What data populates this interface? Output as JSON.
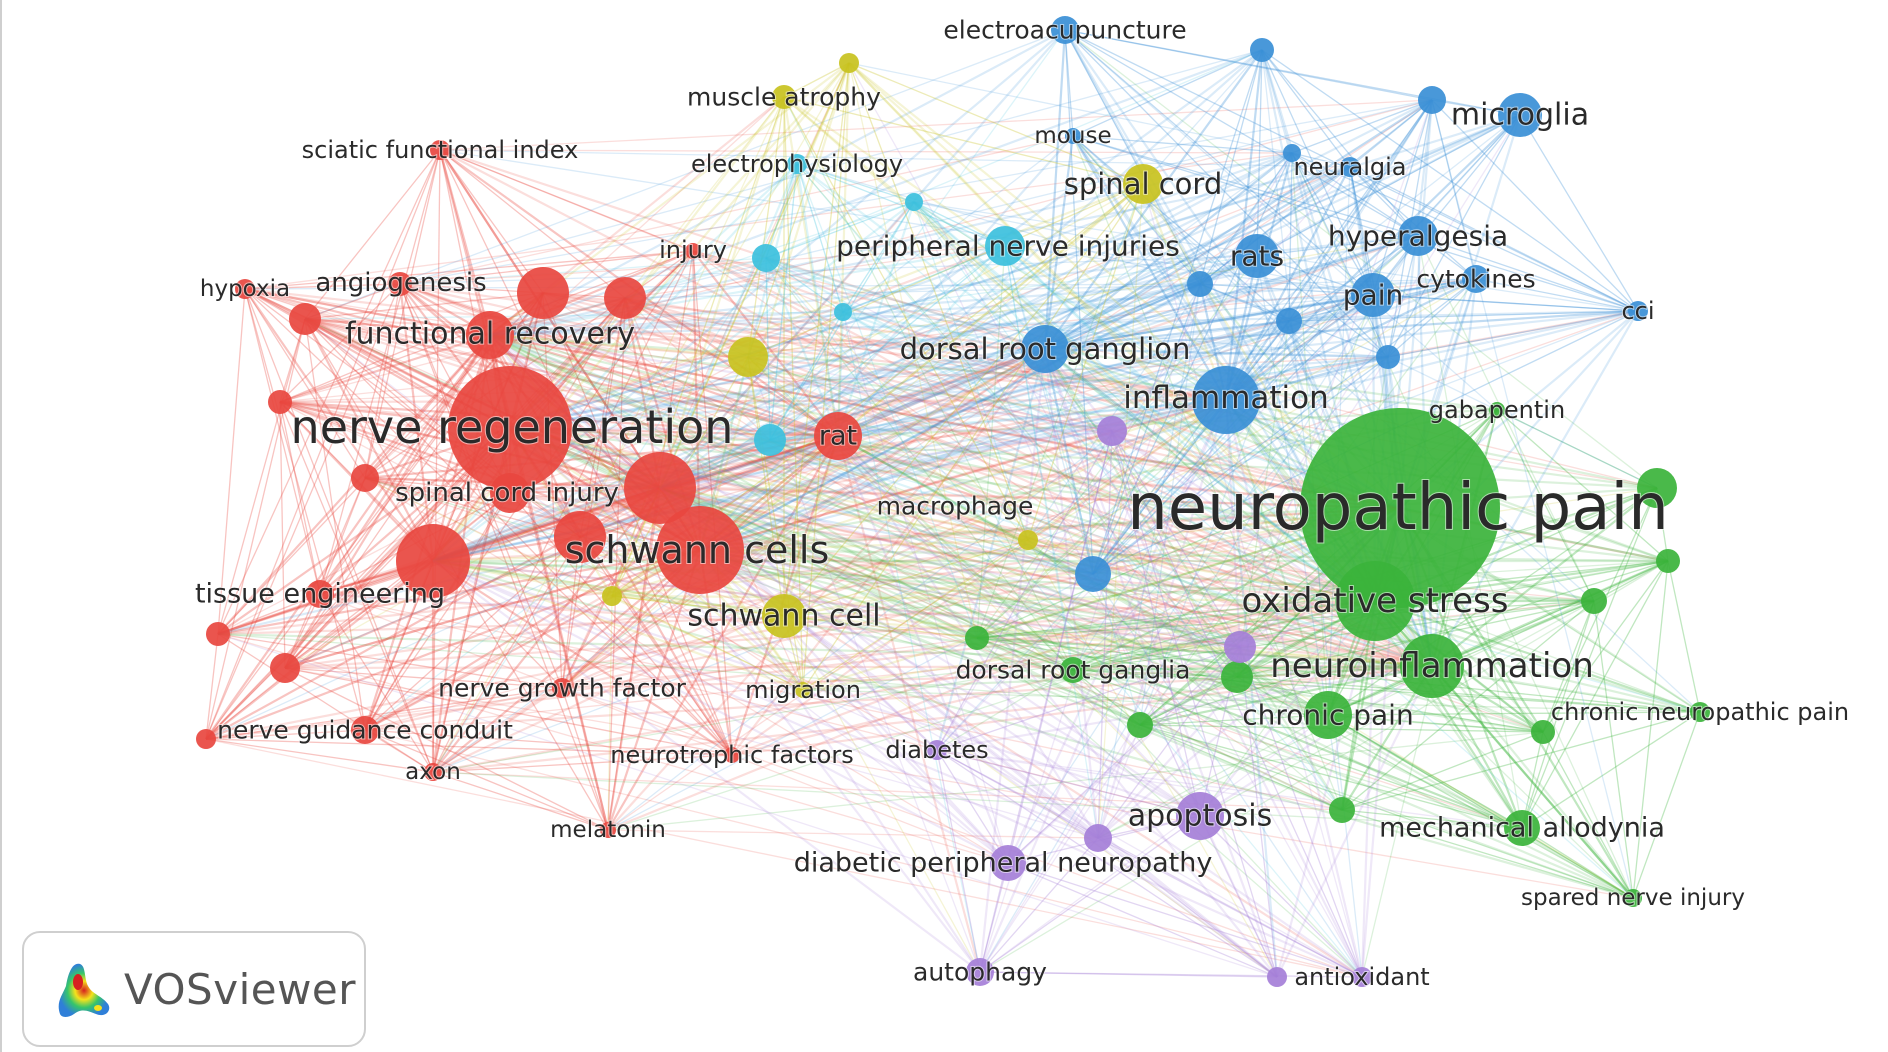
{
  "app": {
    "logo_text": "VOSviewer",
    "logo_icon": "vosviewer-heatmap-icon"
  },
  "cluster_colors": {
    "red": "#e8473f",
    "green": "#3bb33b",
    "blue": "#3a8fd6",
    "yellow": "#c8c21e",
    "purple": "#a57fd8",
    "cyan": "#3cc0dd"
  },
  "nodes": [
    {
      "id": "nerve-regeneration",
      "label": "nerve regeneration",
      "cluster": "red"
    },
    {
      "id": "schwann-cells",
      "label": "schwann cells",
      "cluster": "red"
    },
    {
      "id": "functional-recovery",
      "label": "functional recovery",
      "cluster": "red"
    },
    {
      "id": "spinal-cord-injury",
      "label": "spinal cord injury",
      "cluster": "red"
    },
    {
      "id": "tissue-engineering",
      "label": "tissue engineering",
      "cluster": "red"
    },
    {
      "id": "angiogenesis",
      "label": "angiogenesis",
      "cluster": "red"
    },
    {
      "id": "hypoxia",
      "label": "hypoxia",
      "cluster": "red"
    },
    {
      "id": "sciatic-functional-index",
      "label": "sciatic functional index",
      "cluster": "red"
    },
    {
      "id": "injury",
      "label": "injury",
      "cluster": "red"
    },
    {
      "id": "rat",
      "label": "rat",
      "cluster": "red"
    },
    {
      "id": "nerve-growth-factor",
      "label": "nerve growth factor",
      "cluster": "red"
    },
    {
      "id": "nerve-guidance-conduit",
      "label": "nerve guidance conduit",
      "cluster": "red"
    },
    {
      "id": "axon",
      "label": "axon",
      "cluster": "red"
    },
    {
      "id": "melatonin",
      "label": "melatonin",
      "cluster": "red"
    },
    {
      "id": "neurotrophic-factors",
      "label": "neurotrophic factors",
      "cluster": "red"
    },
    {
      "id": "red-a",
      "label": "",
      "cluster": "red"
    },
    {
      "id": "red-b",
      "label": "",
      "cluster": "red"
    },
    {
      "id": "red-c",
      "label": "",
      "cluster": "red"
    },
    {
      "id": "red-d",
      "label": "",
      "cluster": "red"
    },
    {
      "id": "red-e",
      "label": "",
      "cluster": "red"
    },
    {
      "id": "red-f",
      "label": "",
      "cluster": "red"
    },
    {
      "id": "red-g",
      "label": "",
      "cluster": "red"
    },
    {
      "id": "red-h",
      "label": "",
      "cluster": "red"
    },
    {
      "id": "red-i",
      "label": "",
      "cluster": "red"
    },
    {
      "id": "red-j",
      "label": "",
      "cluster": "red"
    },
    {
      "id": "red-k",
      "label": "",
      "cluster": "red"
    },
    {
      "id": "neuropathic-pain",
      "label": "neuropathic pain",
      "cluster": "green"
    },
    {
      "id": "oxidative-stress",
      "label": "oxidative stress",
      "cluster": "green"
    },
    {
      "id": "neuroinflammation",
      "label": "neuroinflammation",
      "cluster": "green"
    },
    {
      "id": "chronic-pain",
      "label": "chronic pain",
      "cluster": "green"
    },
    {
      "id": "mechanical-allodynia",
      "label": "mechanical allodynia",
      "cluster": "green"
    },
    {
      "id": "gabapentin",
      "label": "gabapentin",
      "cluster": "green"
    },
    {
      "id": "chronic-neuropathic-pain",
      "label": "chronic neuropathic pain",
      "cluster": "green"
    },
    {
      "id": "spared-nerve-injury",
      "label": "spared nerve injury",
      "cluster": "green"
    },
    {
      "id": "dorsal-root-ganglia",
      "label": "dorsal root ganglia",
      "cluster": "green"
    },
    {
      "id": "green-a",
      "label": "",
      "cluster": "green"
    },
    {
      "id": "green-b",
      "label": "",
      "cluster": "green"
    },
    {
      "id": "green-c",
      "label": "",
      "cluster": "green"
    },
    {
      "id": "green-d",
      "label": "",
      "cluster": "green"
    },
    {
      "id": "green-e",
      "label": "",
      "cluster": "green"
    },
    {
      "id": "green-f",
      "label": "",
      "cluster": "green"
    },
    {
      "id": "green-g",
      "label": "",
      "cluster": "green"
    },
    {
      "id": "green-h",
      "label": "",
      "cluster": "green"
    },
    {
      "id": "inflammation",
      "label": "inflammation",
      "cluster": "blue"
    },
    {
      "id": "microglia",
      "label": "microglia",
      "cluster": "blue"
    },
    {
      "id": "hyperalgesia",
      "label": "hyperalgesia",
      "cluster": "blue"
    },
    {
      "id": "rats",
      "label": "rats",
      "cluster": "blue"
    },
    {
      "id": "pain",
      "label": "pain",
      "cluster": "blue"
    },
    {
      "id": "cytokines",
      "label": "cytokines",
      "cluster": "blue"
    },
    {
      "id": "neuralgia",
      "label": "neuralgia",
      "cluster": "blue"
    },
    {
      "id": "electroacupuncture",
      "label": "electroacupuncture",
      "cluster": "blue"
    },
    {
      "id": "dorsal-root-ganglion",
      "label": "dorsal root ganglion",
      "cluster": "blue"
    },
    {
      "id": "cci",
      "label": "cci",
      "cluster": "blue"
    },
    {
      "id": "mouse",
      "label": "mouse",
      "cluster": "blue"
    },
    {
      "id": "blue-a",
      "label": "",
      "cluster": "blue"
    },
    {
      "id": "blue-b",
      "label": "",
      "cluster": "blue"
    },
    {
      "id": "blue-c",
      "label": "",
      "cluster": "blue"
    },
    {
      "id": "blue-d",
      "label": "",
      "cluster": "blue"
    },
    {
      "id": "blue-e",
      "label": "",
      "cluster": "blue"
    },
    {
      "id": "blue-f",
      "label": "",
      "cluster": "blue"
    },
    {
      "id": "blue-g",
      "label": "",
      "cluster": "blue"
    },
    {
      "id": "spinal-cord",
      "label": "spinal cord",
      "cluster": "yellow"
    },
    {
      "id": "muscle-atrophy",
      "label": "muscle atrophy",
      "cluster": "yellow"
    },
    {
      "id": "schwann-cell",
      "label": "schwann cell",
      "cluster": "yellow"
    },
    {
      "id": "migration",
      "label": "migration",
      "cluster": "yellow"
    },
    {
      "id": "macrophage",
      "label": "macrophage",
      "cluster": "yellow"
    },
    {
      "id": "yellow-a",
      "label": "",
      "cluster": "yellow"
    },
    {
      "id": "yellow-b",
      "label": "",
      "cluster": "yellow"
    },
    {
      "id": "yellow-c",
      "label": "",
      "cluster": "yellow"
    },
    {
      "id": "apoptosis",
      "label": "apoptosis",
      "cluster": "purple"
    },
    {
      "id": "diabetic-peripheral-neuropathy",
      "label": "diabetic peripheral neuropathy",
      "cluster": "purple"
    },
    {
      "id": "autophagy",
      "label": "autophagy",
      "cluster": "purple"
    },
    {
      "id": "antioxidant",
      "label": "antioxidant",
      "cluster": "purple"
    },
    {
      "id": "diabetes",
      "label": "diabetes",
      "cluster": "purple"
    },
    {
      "id": "purple-a",
      "label": "",
      "cluster": "purple"
    },
    {
      "id": "purple-b",
      "label": "",
      "cluster": "purple"
    },
    {
      "id": "purple-c",
      "label": "",
      "cluster": "purple"
    },
    {
      "id": "purple-d",
      "label": "",
      "cluster": "purple"
    },
    {
      "id": "peripheral-nerve-injuries",
      "label": "peripheral nerve injuries",
      "cluster": "cyan"
    },
    {
      "id": "electrophysiology",
      "label": "electrophysiology",
      "cluster": "cyan"
    },
    {
      "id": "cyan-a",
      "label": "",
      "cluster": "cyan"
    },
    {
      "id": "cyan-b",
      "label": "",
      "cluster": "cyan"
    },
    {
      "id": "cyan-c",
      "label": "",
      "cluster": "cyan"
    },
    {
      "id": "cyan-d",
      "label": "",
      "cluster": "cyan"
    }
  ]
}
